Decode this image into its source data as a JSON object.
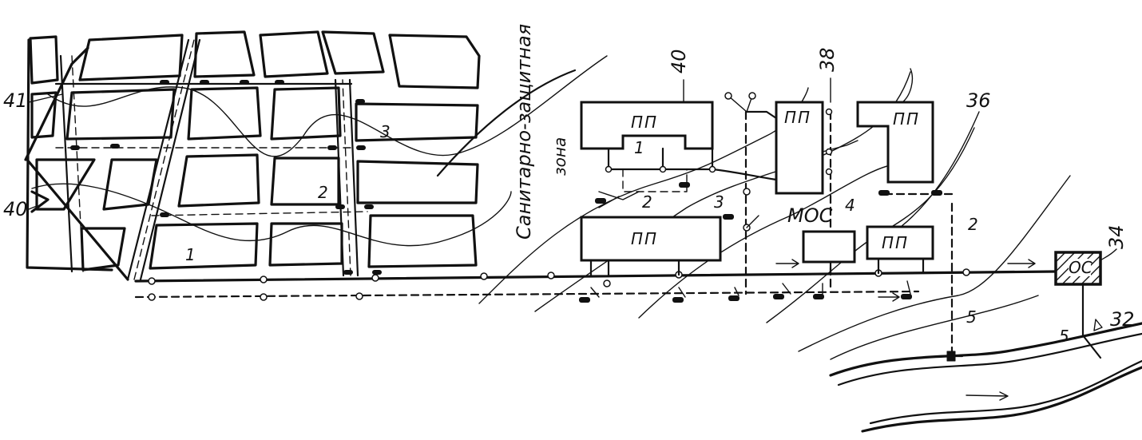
{
  "labels": {
    "zone_line1": "Санитарно-защитная",
    "zone_line2": "зона",
    "pp": "ПП",
    "mos": "МОС",
    "os": "ОС",
    "n1": "1",
    "n2": "2",
    "n3": "3",
    "n4": "4",
    "n5": "5",
    "n32": "32",
    "n34": "34",
    "n36": "36",
    "n38": "38",
    "n40": "40",
    "n41": "41"
  },
  "colors": {
    "ink": "#111111",
    "paper": "#ffffff"
  }
}
